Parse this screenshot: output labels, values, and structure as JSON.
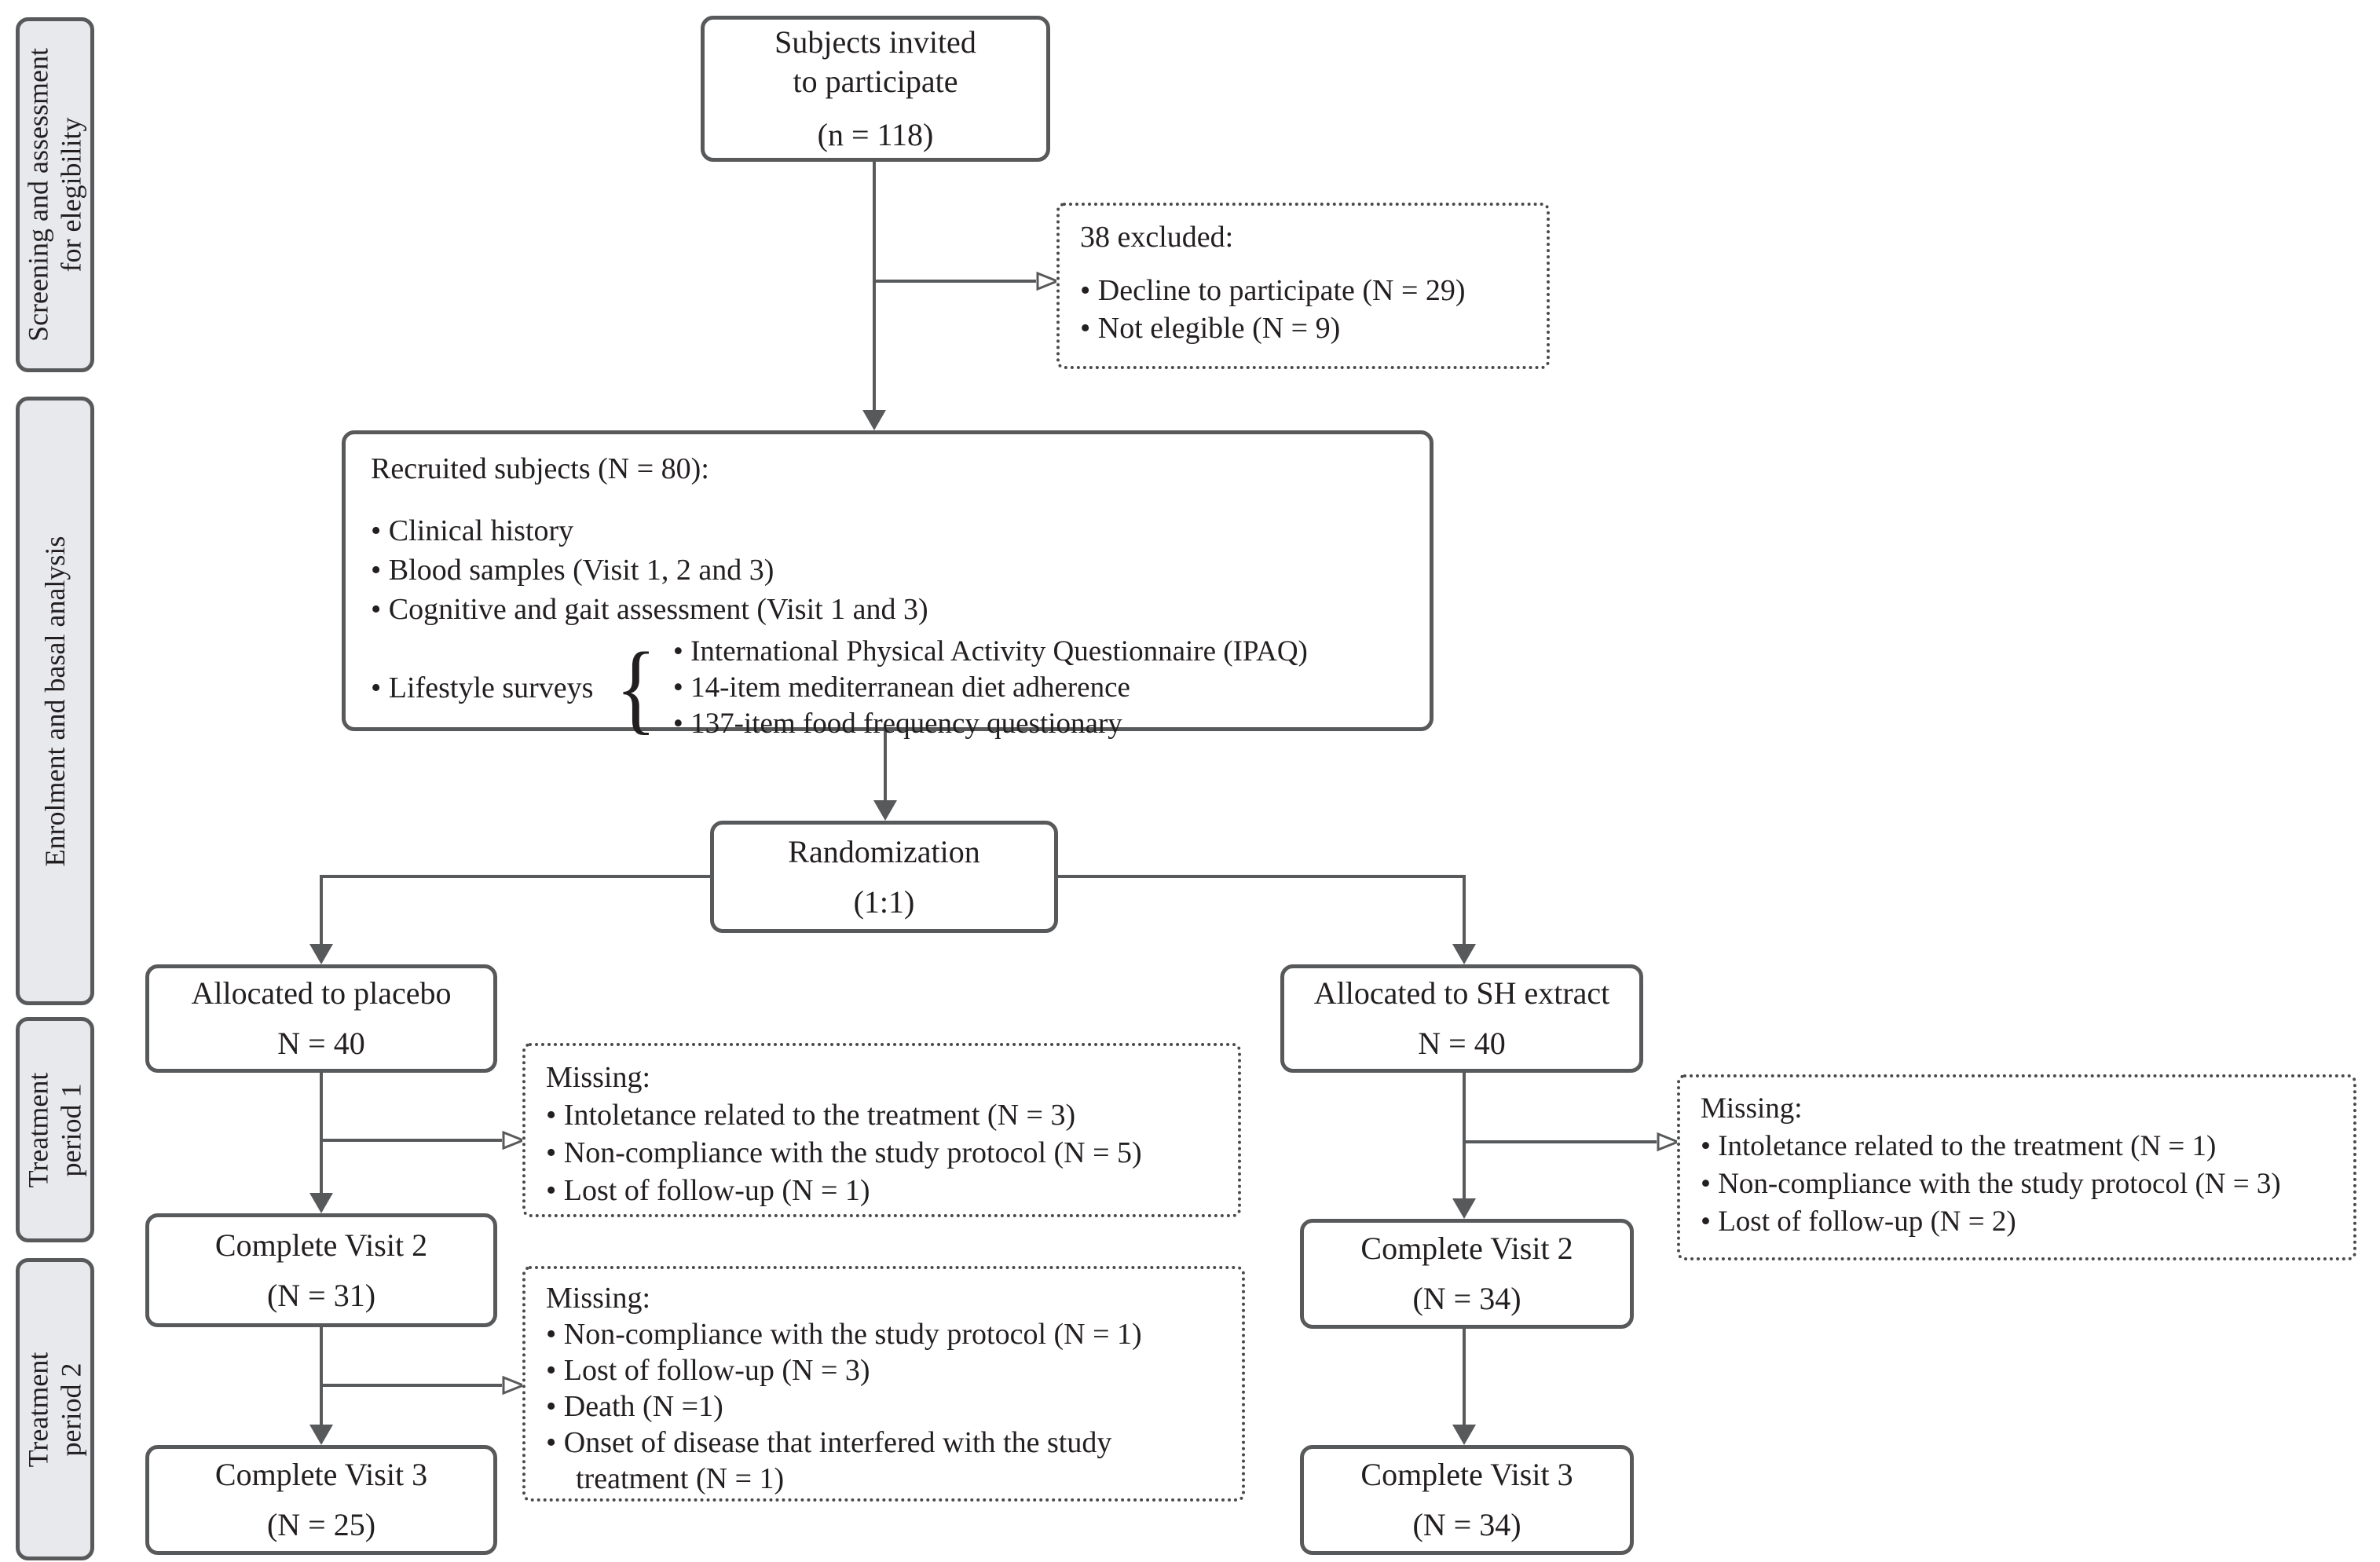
{
  "colors": {
    "line": "#58595b",
    "box_border": "#58595b",
    "phase_fill": "#e7e9ec",
    "text": "#231f20"
  },
  "phases": [
    {
      "line1": "Screening and assessment",
      "line2": "for elegibility"
    },
    {
      "line1": "Enrolment and basal analysis"
    },
    {
      "line1": "Treatment",
      "line2": "period 1"
    },
    {
      "line1": "Treatment",
      "line2": "period 2"
    }
  ],
  "nodes": {
    "invited": {
      "line1": "Subjects invited",
      "line2": "to participate",
      "n": "(n = 118)"
    },
    "excluded": {
      "title": "38 excluded:",
      "items": [
        "• Decline to participate (N = 29)",
        "• Not elegible (N = 9)"
      ]
    },
    "recruited": {
      "title": "Recruited subjects (N = 80):",
      "items": [
        "• Clinical history",
        "• Blood samples (Visit 1, 2 and 3)",
        "• Cognitive and gait assessment (Visit 1 and 3)"
      ],
      "lifestyle_label": "• Lifestyle surveys",
      "brace": "{",
      "lifestyle_items": [
        "• International Physical Activity Questionnaire (IPAQ)",
        "• 14-item mediterranean diet adherence",
        "• 137-item food frequency questionary"
      ]
    },
    "randomization": {
      "line1": "Randomization",
      "line2": "(1:1)"
    },
    "alloc_placebo": {
      "line1": "Allocated to placebo",
      "line2": "N = 40"
    },
    "alloc_sh": {
      "line1": "Allocated to SH extract",
      "line2": "N = 40"
    },
    "missing_placebo_1": {
      "title": "Missing:",
      "items": [
        "• Intoletance related to the treatment (N = 3)",
        "• Non-compliance with the study protocol (N = 5)",
        "• Lost of follow-up (N = 1)"
      ]
    },
    "missing_sh": {
      "title": "Missing:",
      "items": [
        "• Intoletance related to the treatment (N = 1)",
        "• Non-compliance with the study protocol (N = 3)",
        "• Lost of follow-up (N = 2)"
      ]
    },
    "visit2_placebo": {
      "line1": "Complete Visit 2",
      "line2": "(N = 31)"
    },
    "visit2_sh": {
      "line1": "Complete Visit 2",
      "line2": "(N = 34)"
    },
    "missing_placebo_2": {
      "title": "Missing:",
      "items": [
        "• Non-compliance with the study protocol (N = 1)",
        "• Lost of follow-up (N = 3)",
        "• Death (N =1)",
        "• Onset of disease that interfered with the study treatment (N = 1)"
      ]
    },
    "visit3_placebo": {
      "line1": "Complete Visit 3",
      "line2": "(N = 25)"
    },
    "visit3_sh": {
      "line1": "Complete Visit 3",
      "line2": "(N = 34)"
    }
  }
}
